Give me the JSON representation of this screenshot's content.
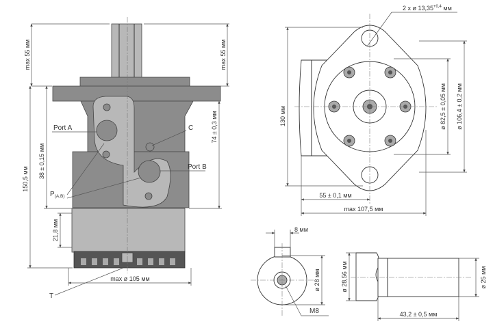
{
  "left_view": {
    "dims": {
      "top_left": "max 55 мм",
      "top_right": "max 55 мм",
      "height_total": "150,5 мм",
      "port_a_offset": "38 ± 0,15 мм",
      "port_b_offset": "74 ± 0,3 мм",
      "bottom_section": "21,8 мм",
      "diameter": "max ø 105 мм"
    },
    "labels": {
      "port_a": "Port A",
      "port_b": "Port B",
      "c": "C",
      "p_main": "P",
      "p_sub": "(A,B)",
      "t": "T"
    }
  },
  "front_view": {
    "dims": {
      "holes_main": "2 x ø 13,35",
      "holes_tol": "+0,4",
      "holes_unit": " мм",
      "height": "130 мм",
      "pcd": "ø 82,5 ± 0,05 мм",
      "flange_dia": "ø 106,4 ± 0,2 мм",
      "half_width": "55 ± 0,1 мм",
      "total_width": "max 107,5 мм"
    }
  },
  "shaft_end": {
    "dims": {
      "key": "8 мм",
      "dia": "ø 28 мм",
      "thread": "M8"
    }
  },
  "shaft_side": {
    "dims": {
      "dia_large": "ø 28,56 мм",
      "dia_small": "ø 25 мм",
      "length": "43,2 ± 0,5 мм"
    }
  },
  "colors": {
    "body": "#8c8c8c",
    "body_dark": "#555555",
    "line": "#333333"
  }
}
